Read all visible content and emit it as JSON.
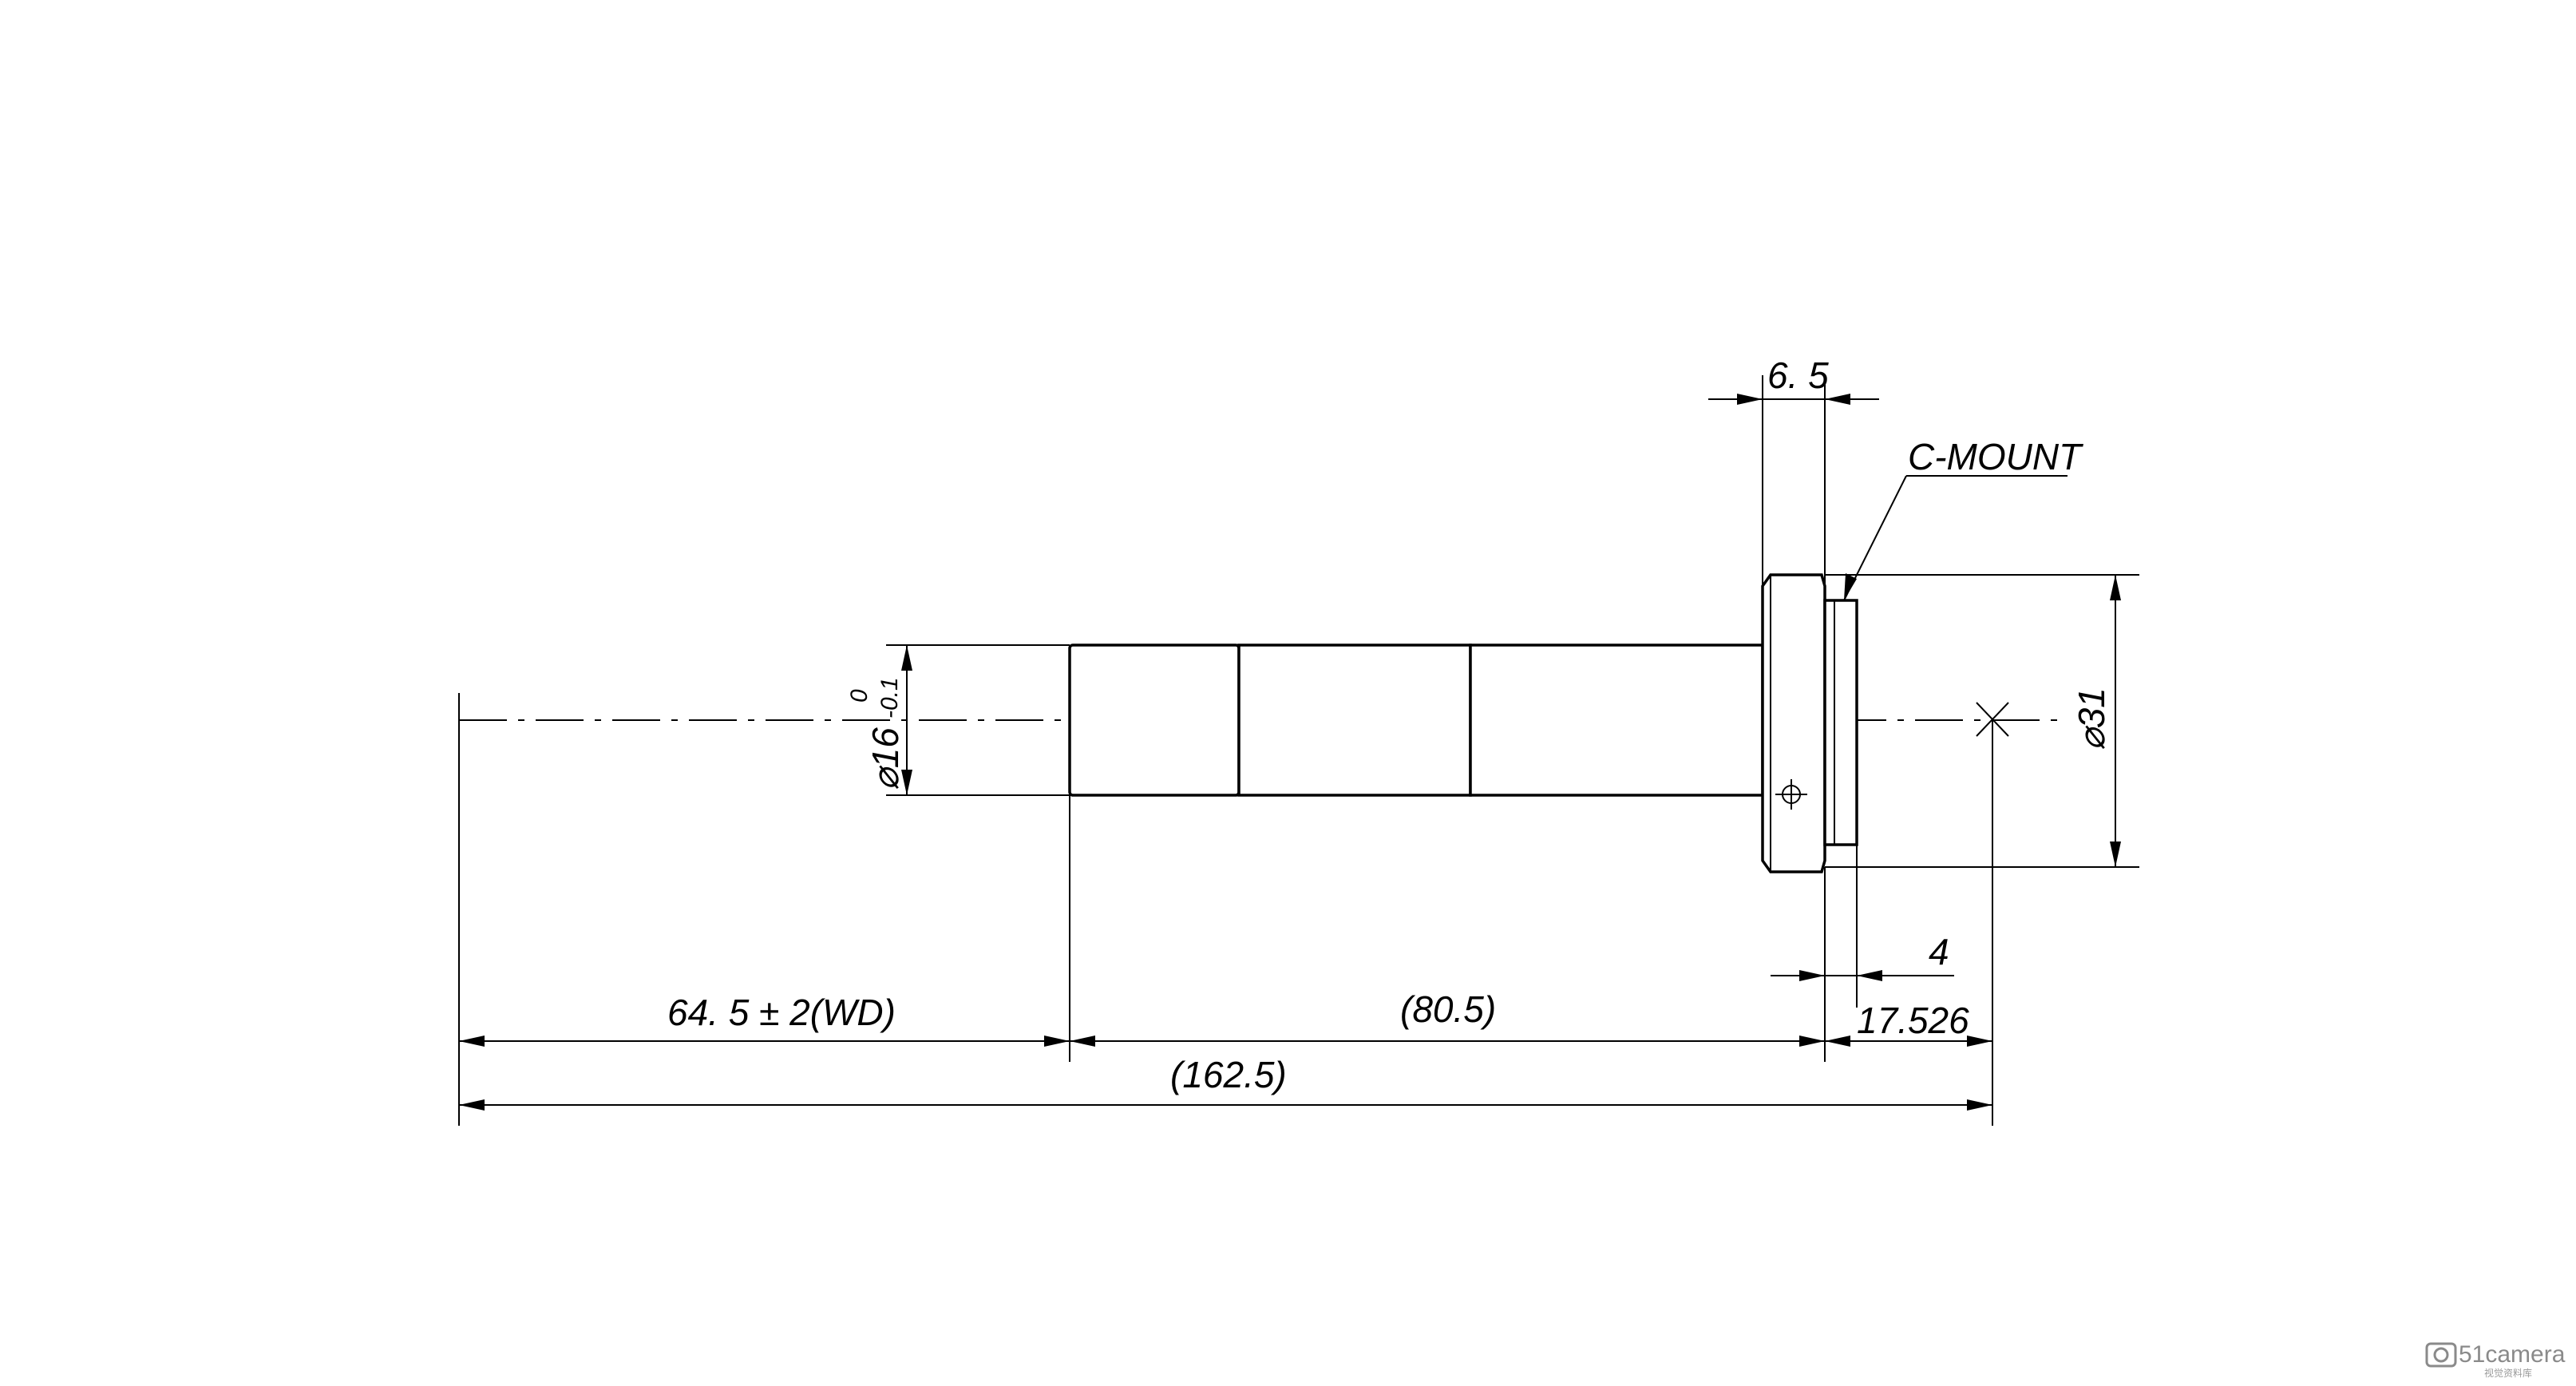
{
  "dimensions": {
    "flange_width": "6. 5",
    "mount_label": "C-MOUNT",
    "tube_diameter": "⌀16",
    "tube_tol_upper": "0",
    "tube_tol_lower": "-0.1",
    "flange_diameter": "⌀31",
    "thread_length": "4",
    "flange_back": "17.526",
    "working_distance": "64. 5 ± 2(WD)",
    "body_length": "(80.5)",
    "total_length": "(162.5)"
  },
  "watermark": {
    "brand": "51camera",
    "subtitle": "视觉资料库"
  }
}
